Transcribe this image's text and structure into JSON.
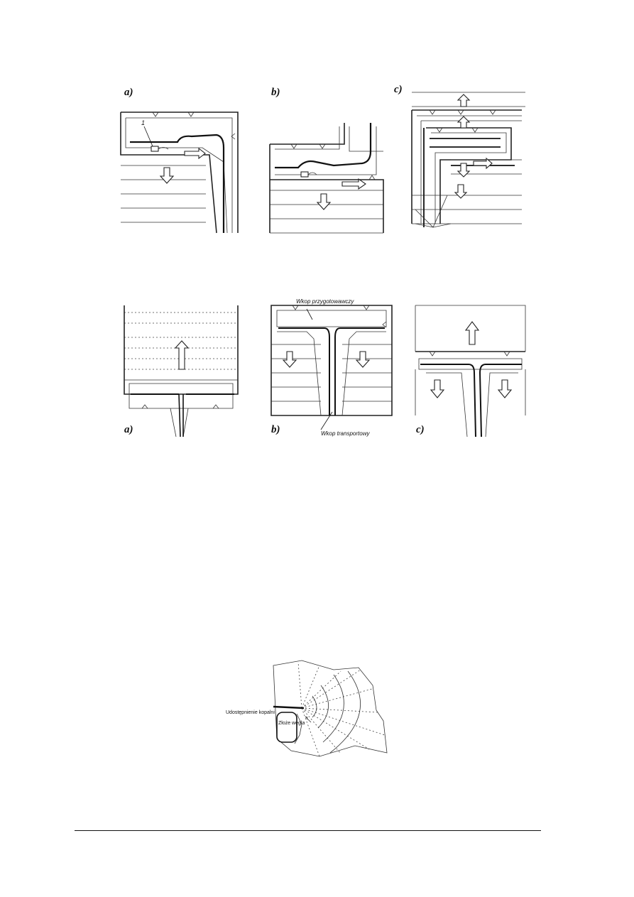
{
  "figure1": {
    "panels": [
      {
        "label": "a)"
      },
      {
        "label": "b)"
      },
      {
        "label": "c)"
      }
    ],
    "annotation_1": "1"
  },
  "figure2": {
    "panels": [
      {
        "label": "a)"
      },
      {
        "label": "b)"
      },
      {
        "label": "c)"
      }
    ],
    "label_top": "Wkop przygotowawczy",
    "label_bottom": "Wkop transportowy"
  },
  "figure3": {
    "label_access": "Udostępnienie kopalni",
    "label_deposit": "Złoże węgla"
  }
}
